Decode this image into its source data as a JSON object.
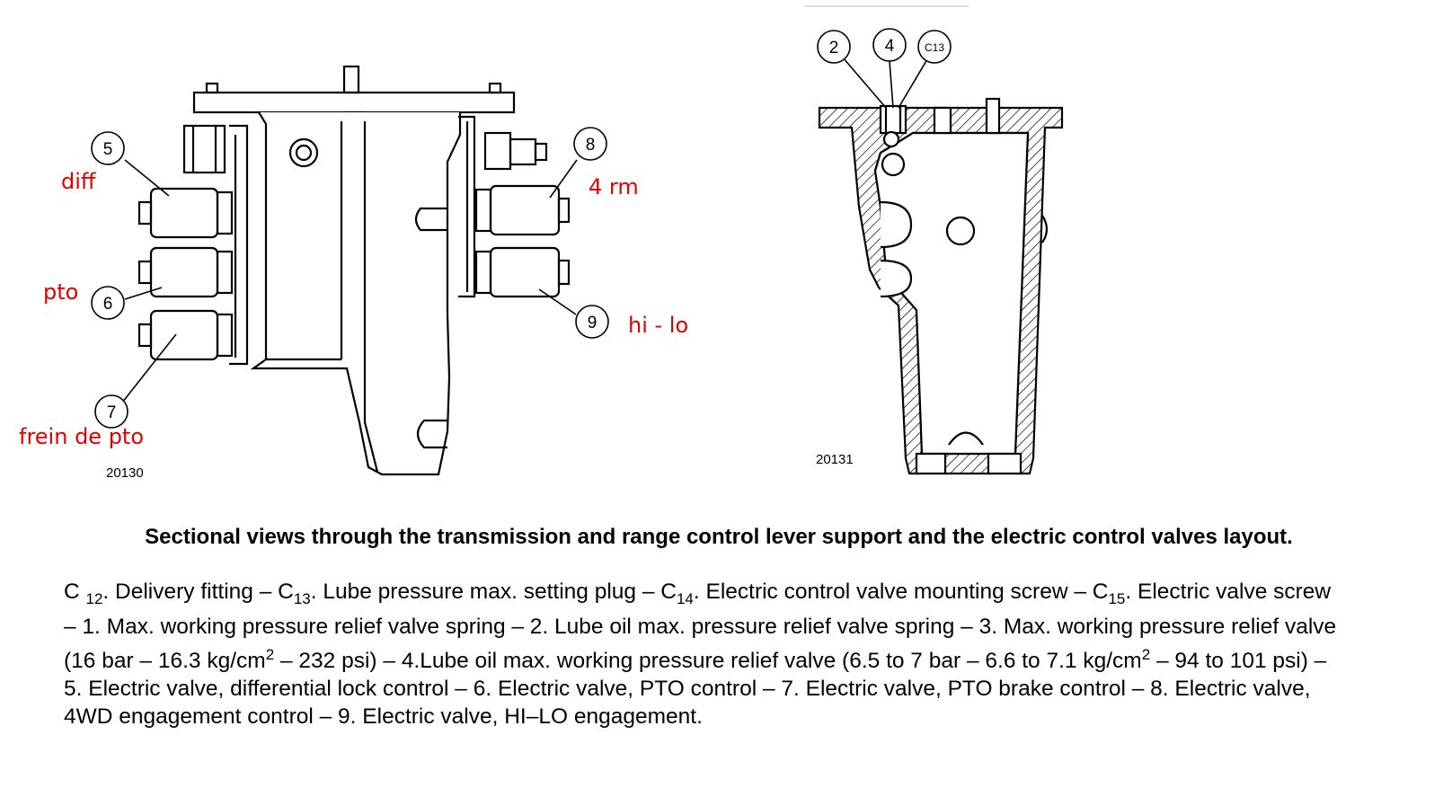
{
  "figure_ids": {
    "left": "20130",
    "right": "20131"
  },
  "callouts_left": [
    {
      "number": "5",
      "label": "diff"
    },
    {
      "number": "6",
      "label": "pto"
    },
    {
      "number": "7",
      "label": "frein de pto"
    },
    {
      "number": "8",
      "label": "4 rm"
    },
    {
      "number": "9",
      "label": "hi - lo"
    }
  ],
  "callouts_right": [
    {
      "number": "2"
    },
    {
      "number": "4"
    },
    {
      "number": "C13"
    }
  ],
  "caption_title": "Sectional views through the transmission and range control lever support and the electric control valves layout.",
  "legend": {
    "c12_prefix": "C ",
    "c12_sub": "12",
    "c12_text": ". Delivery fitting – C",
    "c13_sub": "13",
    "c13_text": ". Lube pressure max. setting plug – C",
    "c14_sub": "14",
    "c14_text": ". Electric control valve mounting screw – C",
    "c15_sub": "15",
    "c15_text": ". Electric valve screw – 1. Max. working pressure relief valve spring – 2. Lube oil max. pressure relief valve spring – 3. Max. working pressure relief valve (16 bar – 16.3 kg/cm",
    "unit_sup_1": "2",
    "text_after_sup_1": " – 232 psi) – 4.Lube oil max. working pressure relief valve (6.5 to 7 bar – 6.6 to 7.1 kg/cm",
    "unit_sup_2": "2",
    "text_after_sup_2": " – 94 to 101 psi) – 5. Electric valve, differential lock control – 6. Electric valve, PTO control – 7. Electric valve, PTO brake control – 8. Electric valve, 4WD engagement control – 9. Electric valve, HI–LO engagement."
  }
}
